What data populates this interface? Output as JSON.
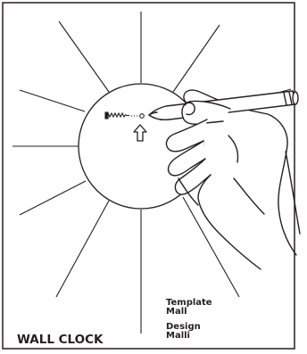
{
  "diagram": {
    "title": "WALL CLOCK",
    "credits": {
      "line1": "Template",
      "line2": "Mall",
      "line3": "Design",
      "line4": "Malli"
    },
    "marker_icon": "arrow-up-icon",
    "screw_icon": "screw-icon",
    "hand_icon": "hand-holding-pencil-icon",
    "colors": {
      "ink": "#231f20",
      "paper": "#ffffff"
    }
  }
}
